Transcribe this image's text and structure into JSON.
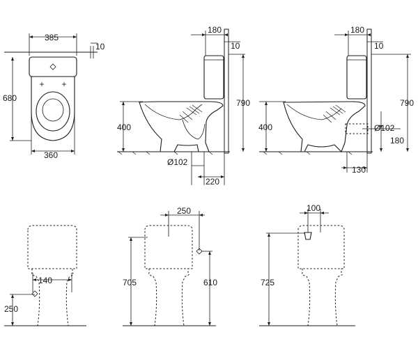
{
  "views": {
    "top": {
      "width_top": "385",
      "wall_gap": "10",
      "depth": "680",
      "width_bottom": "360"
    },
    "side_s_trap": {
      "wall_offset": "180",
      "gap": "10",
      "height": "790",
      "seat_height": "400",
      "outlet_diameter": "Ø102",
      "outlet_distance": "220"
    },
    "side_p_trap": {
      "wall_offset": "180",
      "gap": "10",
      "height": "790",
      "seat_height": "400",
      "outlet_diameter": "Ø102",
      "outlet_height": "180",
      "outlet_distance": "130"
    },
    "front_left": {
      "width": "140",
      "height": "250"
    },
    "front_mid": {
      "offset": "250",
      "height_total": "705",
      "height_inlet": "610"
    },
    "front_right": {
      "offset": "100",
      "height": "725"
    }
  }
}
